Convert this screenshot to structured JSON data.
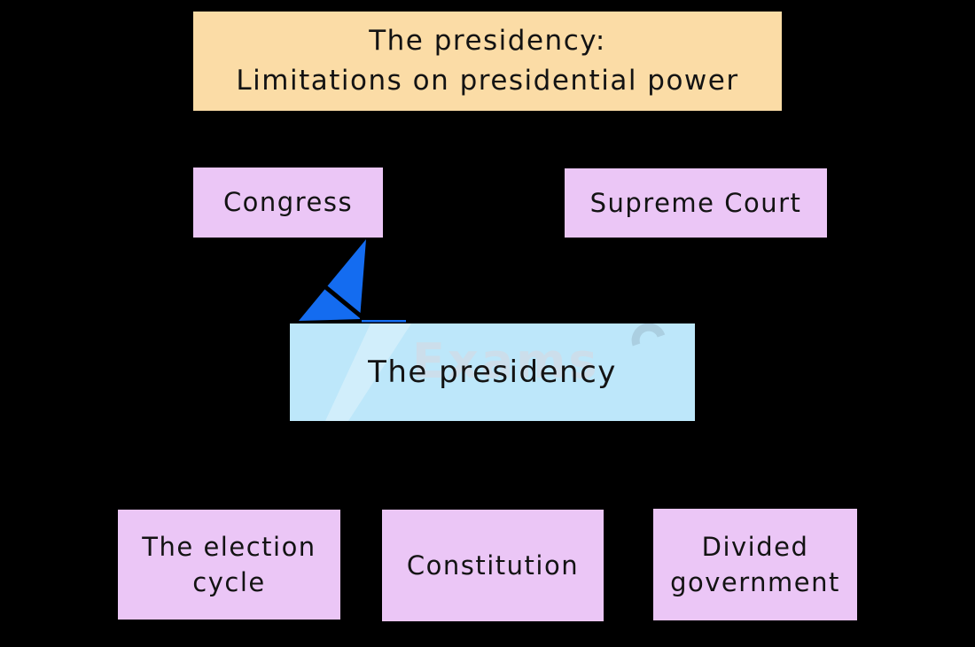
{
  "diagram": {
    "background_color": "#000000",
    "text_color": "#131313",
    "title": {
      "line1": "The presidency:",
      "line2": "Limitations on presidential power",
      "fill": "#FBDCA6"
    },
    "nodes": {
      "congress": {
        "label": "Congress",
        "fill": "#EBC6F6"
      },
      "supreme_court": {
        "label": "Supreme Court",
        "fill": "#EBC6F6"
      },
      "presidency": {
        "label": "The presidency",
        "fill": "#BDE7FA"
      },
      "election_cycle": {
        "label": "The election cycle",
        "fill": "#EBC6F6"
      },
      "constitution": {
        "label": "Constitution",
        "fill": "#EBC6F6"
      },
      "divided_government": {
        "label": "Divided government",
        "fill": "#EBC6F6"
      }
    },
    "arrow": {
      "from": "congress",
      "to": "presidency",
      "color": "#146CF0"
    },
    "watermark": {
      "text": "Exams",
      "color": "#D2DBE5"
    }
  }
}
